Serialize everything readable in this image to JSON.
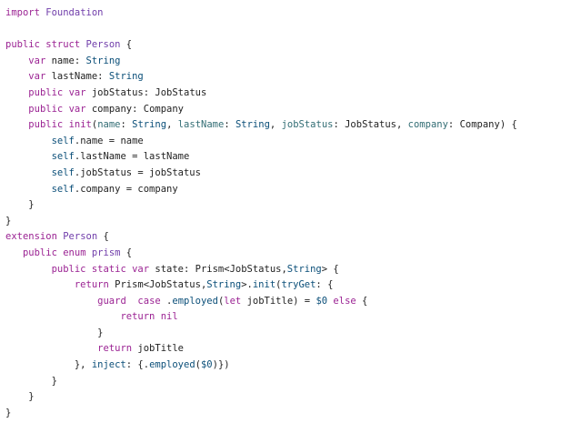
{
  "editor": {
    "colors": {
      "keyword": "#9b2393",
      "type": "#703daa",
      "parameter": "#326d74",
      "member": "#0b4f79",
      "plain": "#1f1f1f",
      "background": "#ffffff"
    },
    "lines": [
      {
        "tokens": [
          {
            "t": "import",
            "c": "kw"
          },
          {
            "t": " ",
            "c": "pl"
          },
          {
            "t": "Foundation",
            "c": "typ"
          }
        ]
      },
      {
        "tokens": []
      },
      {
        "tokens": [
          {
            "t": "public",
            "c": "kw"
          },
          {
            "t": " ",
            "c": "pl"
          },
          {
            "t": "struct",
            "c": "kw"
          },
          {
            "t": " ",
            "c": "pl"
          },
          {
            "t": "Person",
            "c": "typ"
          },
          {
            "t": " {",
            "c": "pl"
          }
        ]
      },
      {
        "tokens": [
          {
            "t": "    ",
            "c": "pl"
          },
          {
            "t": "var",
            "c": "kw"
          },
          {
            "t": " name: ",
            "c": "pl"
          },
          {
            "t": "String",
            "c": "sg"
          }
        ]
      },
      {
        "tokens": [
          {
            "t": "    ",
            "c": "pl"
          },
          {
            "t": "var",
            "c": "kw"
          },
          {
            "t": " lastName: ",
            "c": "pl"
          },
          {
            "t": "String",
            "c": "sg"
          }
        ]
      },
      {
        "tokens": [
          {
            "t": "    ",
            "c": "pl"
          },
          {
            "t": "public",
            "c": "kw"
          },
          {
            "t": " ",
            "c": "pl"
          },
          {
            "t": "var",
            "c": "kw"
          },
          {
            "t": " jobStatus: JobStatus",
            "c": "pl"
          }
        ]
      },
      {
        "tokens": [
          {
            "t": "    ",
            "c": "pl"
          },
          {
            "t": "public",
            "c": "kw"
          },
          {
            "t": " ",
            "c": "pl"
          },
          {
            "t": "var",
            "c": "kw"
          },
          {
            "t": " company: Company",
            "c": "pl"
          }
        ]
      },
      {
        "tokens": [
          {
            "t": "    ",
            "c": "pl"
          },
          {
            "t": "public",
            "c": "kw"
          },
          {
            "t": " ",
            "c": "pl"
          },
          {
            "t": "init",
            "c": "kw"
          },
          {
            "t": "(",
            "c": "pl"
          },
          {
            "t": "name",
            "c": "prm"
          },
          {
            "t": ": ",
            "c": "pl"
          },
          {
            "t": "String",
            "c": "sg"
          },
          {
            "t": ", ",
            "c": "pl"
          },
          {
            "t": "lastName",
            "c": "prm"
          },
          {
            "t": ": ",
            "c": "pl"
          },
          {
            "t": "String",
            "c": "sg"
          },
          {
            "t": ", ",
            "c": "pl"
          },
          {
            "t": "jobStatus",
            "c": "prm"
          },
          {
            "t": ": JobStatus, ",
            "c": "pl"
          },
          {
            "t": "company",
            "c": "prm"
          },
          {
            "t": ": Company) {",
            "c": "pl"
          }
        ]
      },
      {
        "tokens": [
          {
            "t": "        ",
            "c": "pl"
          },
          {
            "t": "self",
            "c": "sg"
          },
          {
            "t": ".name = name",
            "c": "pl"
          }
        ]
      },
      {
        "tokens": [
          {
            "t": "        ",
            "c": "pl"
          },
          {
            "t": "self",
            "c": "sg"
          },
          {
            "t": ".lastName = lastName",
            "c": "pl"
          }
        ]
      },
      {
        "tokens": [
          {
            "t": "        ",
            "c": "pl"
          },
          {
            "t": "self",
            "c": "sg"
          },
          {
            "t": ".jobStatus = jobStatus",
            "c": "pl"
          }
        ]
      },
      {
        "tokens": [
          {
            "t": "        ",
            "c": "pl"
          },
          {
            "t": "self",
            "c": "sg"
          },
          {
            "t": ".company = company",
            "c": "pl"
          }
        ]
      },
      {
        "tokens": [
          {
            "t": "    }",
            "c": "pl"
          }
        ]
      },
      {
        "tokens": [
          {
            "t": "}",
            "c": "pl"
          }
        ]
      },
      {
        "tokens": [
          {
            "t": "extension",
            "c": "kw"
          },
          {
            "t": " ",
            "c": "pl"
          },
          {
            "t": "Person",
            "c": "typ"
          },
          {
            "t": " {",
            "c": "pl"
          }
        ]
      },
      {
        "tokens": [
          {
            "t": "   ",
            "c": "pl"
          },
          {
            "t": "public",
            "c": "kw"
          },
          {
            "t": " ",
            "c": "pl"
          },
          {
            "t": "enum",
            "c": "kw"
          },
          {
            "t": " ",
            "c": "pl"
          },
          {
            "t": "prism",
            "c": "typ"
          },
          {
            "t": " {",
            "c": "pl"
          }
        ]
      },
      {
        "tokens": [
          {
            "t": "        ",
            "c": "pl"
          },
          {
            "t": "public",
            "c": "kw"
          },
          {
            "t": " ",
            "c": "pl"
          },
          {
            "t": "static",
            "c": "kw"
          },
          {
            "t": " ",
            "c": "pl"
          },
          {
            "t": "var",
            "c": "kw"
          },
          {
            "t": " state: Prism<JobStatus,",
            "c": "pl"
          },
          {
            "t": "String",
            "c": "sg"
          },
          {
            "t": "> {",
            "c": "pl"
          }
        ]
      },
      {
        "tokens": [
          {
            "t": "            ",
            "c": "pl"
          },
          {
            "t": "return",
            "c": "kw"
          },
          {
            "t": " Prism<JobStatus,",
            "c": "pl"
          },
          {
            "t": "String",
            "c": "sg"
          },
          {
            "t": ">.",
            "c": "pl"
          },
          {
            "t": "init",
            "c": "sg"
          },
          {
            "t": "(",
            "c": "pl"
          },
          {
            "t": "tryGet",
            "c": "sg"
          },
          {
            "t": ": {",
            "c": "pl"
          }
        ]
      },
      {
        "tokens": [
          {
            "t": "                ",
            "c": "pl"
          },
          {
            "t": "guard",
            "c": "kw"
          },
          {
            "t": "  ",
            "c": "pl"
          },
          {
            "t": "case",
            "c": "kw"
          },
          {
            "t": " .",
            "c": "pl"
          },
          {
            "t": "employed",
            "c": "sg"
          },
          {
            "t": "(",
            "c": "pl"
          },
          {
            "t": "let",
            "c": "kw"
          },
          {
            "t": " jobTitle) = ",
            "c": "pl"
          },
          {
            "t": "$0",
            "c": "sg"
          },
          {
            "t": " ",
            "c": "pl"
          },
          {
            "t": "else",
            "c": "kw"
          },
          {
            "t": " {",
            "c": "pl"
          }
        ]
      },
      {
        "tokens": [
          {
            "t": "                    ",
            "c": "pl"
          },
          {
            "t": "return",
            "c": "kw"
          },
          {
            "t": " ",
            "c": "pl"
          },
          {
            "t": "nil",
            "c": "kw"
          }
        ]
      },
      {
        "tokens": [
          {
            "t": "                }",
            "c": "pl"
          }
        ]
      },
      {
        "tokens": [
          {
            "t": "                ",
            "c": "pl"
          },
          {
            "t": "return",
            "c": "kw"
          },
          {
            "t": " jobTitle",
            "c": "pl"
          }
        ]
      },
      {
        "tokens": [
          {
            "t": "            }, ",
            "c": "pl"
          },
          {
            "t": "inject",
            "c": "sg"
          },
          {
            "t": ": {.",
            "c": "pl"
          },
          {
            "t": "employed",
            "c": "sg"
          },
          {
            "t": "(",
            "c": "pl"
          },
          {
            "t": "$0",
            "c": "sg"
          },
          {
            "t": ")})",
            "c": "pl"
          }
        ]
      },
      {
        "tokens": [
          {
            "t": "        }",
            "c": "pl"
          }
        ]
      },
      {
        "tokens": [
          {
            "t": "    }",
            "c": "pl"
          }
        ]
      },
      {
        "tokens": [
          {
            "t": "}",
            "c": "pl"
          }
        ]
      }
    ]
  }
}
